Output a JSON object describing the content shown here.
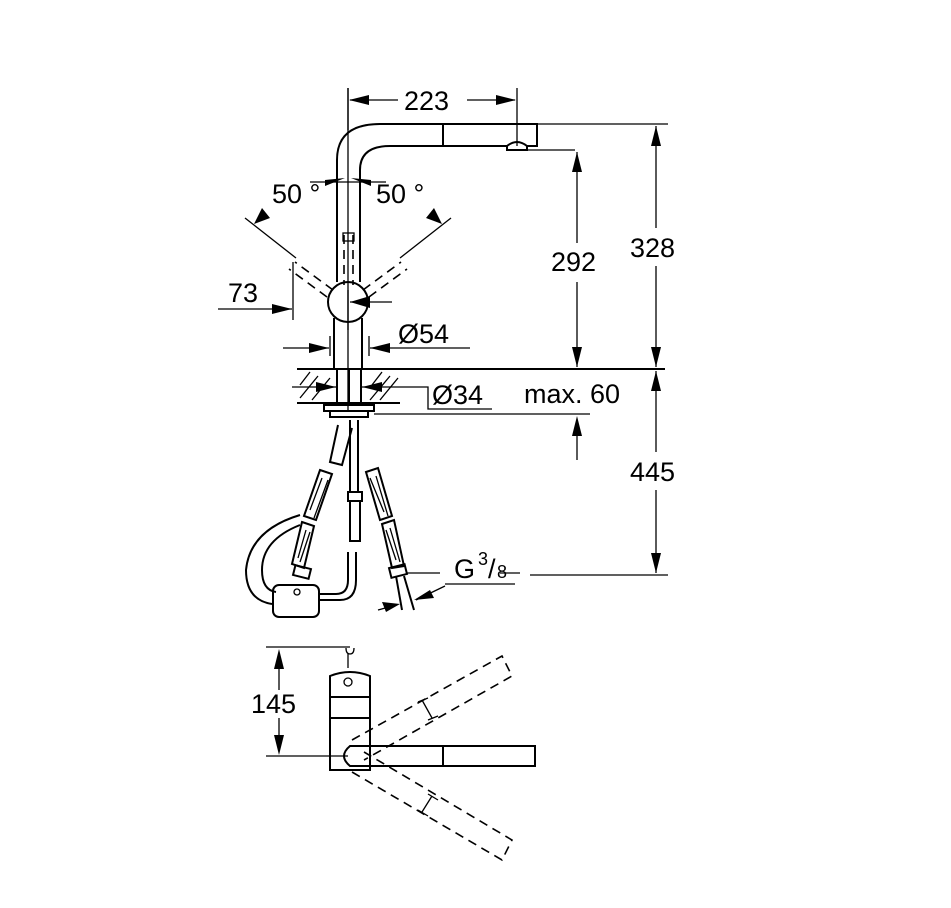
{
  "drawing": {
    "title": "Kitchen faucet technical dimension drawing",
    "views": [
      "side-elevation",
      "top-view"
    ],
    "line_color": "#000000",
    "background": "#ffffff"
  },
  "dimensions": {
    "spout_reach": "223",
    "swivel_left": "50 °",
    "swivel_right": "50 °",
    "lever_offset": "73",
    "body_diameter": "Ø54",
    "hole_diameter": "Ø34",
    "deck_thickness": "max. 60",
    "aerator_height": "292",
    "total_height": "328",
    "below_deck": "445",
    "connection_thread": "G",
    "connection_frac_num": "3",
    "connection_frac_den": "8",
    "top_view_depth": "145"
  }
}
